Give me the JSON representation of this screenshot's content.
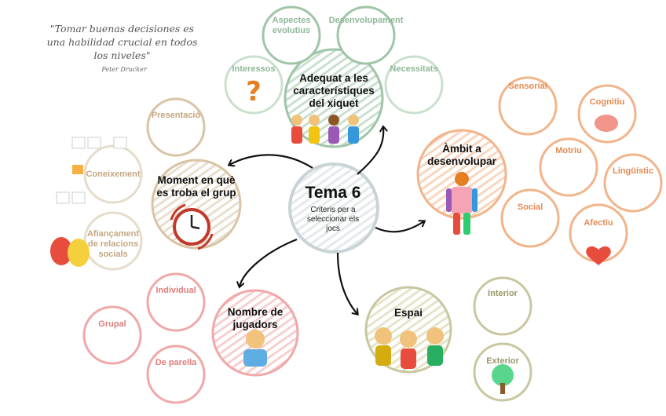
{
  "quote": {
    "text_line1": "\"Tomar buenas decisiones es",
    "text_line2": "una habilidad crucial en todos",
    "text_line3": "los niveles\"",
    "author": "Peter Drucker"
  },
  "center": {
    "title": "Tema 6",
    "subtitle_line1": "Criteris per  a",
    "subtitle_line2": "seleccionar els",
    "subtitle_line3": "jocs"
  },
  "branches": {
    "adequat": {
      "label_line1": "Adequat a les",
      "label_line2": "característiques",
      "label_line3": "del xiquet",
      "items": [
        "Aspectes evolutius",
        "Desenvolupament",
        "Interessos",
        "Necessitats"
      ]
    },
    "moment": {
      "label_line1": "Moment en què",
      "label_line2": "es troba el grup",
      "items": [
        "Presentació",
        "Coneixement",
        "Afiançament de relacions socials"
      ]
    },
    "ambit": {
      "label_line1": "Àmbit a",
      "label_line2": "desenvolupar",
      "items": [
        "Sensorial",
        "Cognitiu",
        "Motriu",
        "Lingüístic",
        "Social",
        "Afectiu"
      ]
    },
    "nombre": {
      "label_line1": "Nombre de",
      "label_line2": "jugadors",
      "items": [
        "Individual",
        "Grupal",
        "De parella"
      ]
    },
    "espai": {
      "label": "Espai",
      "items": [
        "Interior",
        "Exterior"
      ]
    }
  },
  "colors": {
    "green_circle": "#9fc5a8",
    "green_text": "#8fb89a",
    "tan_circle": "#d9c4a6",
    "tan_text": "#c4a782",
    "orange_circle": "#f2b48a",
    "orange_text": "#e58a52",
    "pink_circle": "#f0a8a8",
    "pink_text": "#e07d7d",
    "olive_circle": "#c9c7a0",
    "olive_text": "#9a9869",
    "center_circle": "#c9d3d6",
    "arrow": "#111111"
  }
}
